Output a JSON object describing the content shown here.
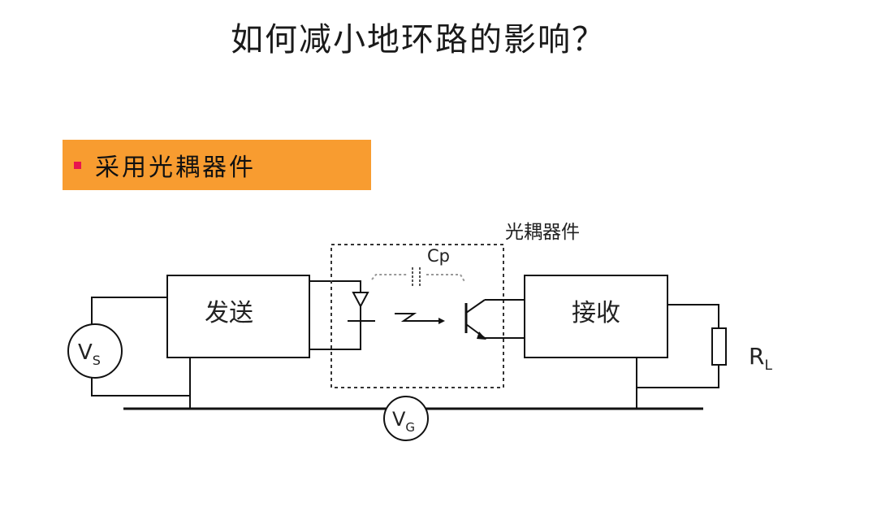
{
  "slide": {
    "title": "如何减小地环路的影响？"
  },
  "section": {
    "label": "采用光耦器件",
    "bullet_color": "#e8154f",
    "background_color": "#f89c30"
  },
  "diagram": {
    "transmitter_label": "发送",
    "receiver_label": "接收",
    "optocoupler_label": "光耦器件",
    "parasitic_capacitance_label": "Cp",
    "source_voltage": {
      "symbol": "V",
      "subscript": "S"
    },
    "ground_voltage": {
      "symbol": "V",
      "subscript": "G"
    },
    "load_resistor": {
      "symbol": "R",
      "subscript": "L"
    }
  }
}
